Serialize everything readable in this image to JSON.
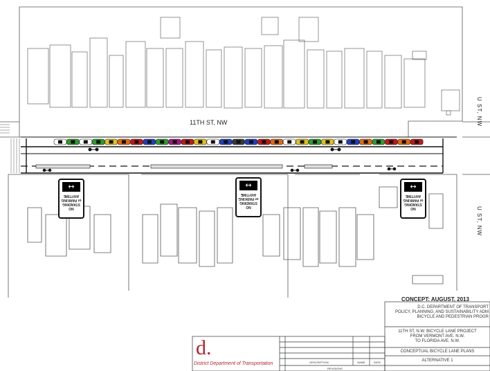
{
  "streets": {
    "top_street": "11TH ST, NW",
    "cross_street_1": "U ST, NW",
    "cross_street_2": "U ST, NW"
  },
  "signs": [
    {
      "arrow": "↔",
      "line1": "NO",
      "line2": "STANDING",
      "line3": "or PARKING",
      "line4": "ANYTIME"
    },
    {
      "arrow": "↔",
      "line1": "NO",
      "line2": "STANDING",
      "line3": "or PARKING",
      "line4": "ANYTIME"
    },
    {
      "arrow": "↔",
      "line1": "NO",
      "line2": "STANDING",
      "line3": "or PARKING",
      "line4": "ANYTIME"
    }
  ],
  "concept": "CONCEPT: AUGUST, 2013",
  "title_block": {
    "agency_line1": "D.C. DEPARTMENT OF TRANSPORT",
    "agency_line2": "POLICY, PLANNING, AND SUSTAINABILITY ADM",
    "agency_line3": "BICYCLE AND PEDESTRIAN PROGR",
    "project_line1": "11TH ST, N.W. BICYCLE LANE PROJECT",
    "project_line2": "FROM VERMONT AVE. N.W.",
    "project_line3": "TO FLORIDA AVE. N.W.",
    "sheet_title": "CONCEPTUAL BICYCLE LANE PLANS",
    "alternative": "ALTERNATIVE 1"
  },
  "revisions_table": {
    "col_description": "DESCRIPTION",
    "col_name": "NAME",
    "col_date": "DATE",
    "caption": "REVISIONS"
  },
  "logo": {
    "mark": "d.",
    "name": "District Department of Transportation",
    "color": "#b3242a"
  },
  "car_colors": [
    "#1f3fbf",
    "#2e9b2e",
    "#e0c020",
    "#e06a10",
    "#c01818",
    "#a01a80",
    "#3a3a3a",
    "#ffffff"
  ]
}
